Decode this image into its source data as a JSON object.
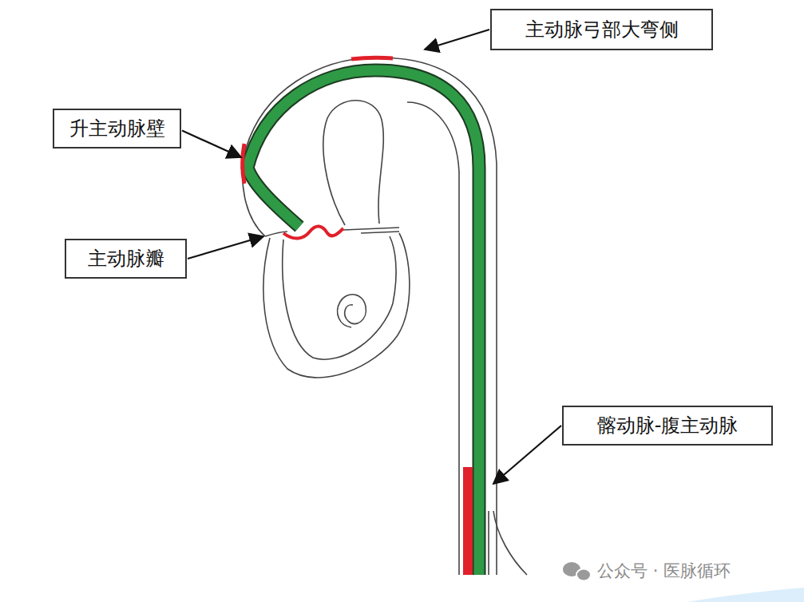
{
  "diagram": {
    "nodes": [
      {
        "text": [
          "主动脉弓部大弯侧"
        ]
      },
      {
        "text": [
          "升主动脉壁"
        ]
      },
      {
        "text": [
          "主动脉瓣"
        ]
      },
      {
        "text": [
          "髂动脉-腹主动脉"
        ]
      }
    ],
    "labels": [
      "公众号 · 医脉循环"
    ]
  }
}
